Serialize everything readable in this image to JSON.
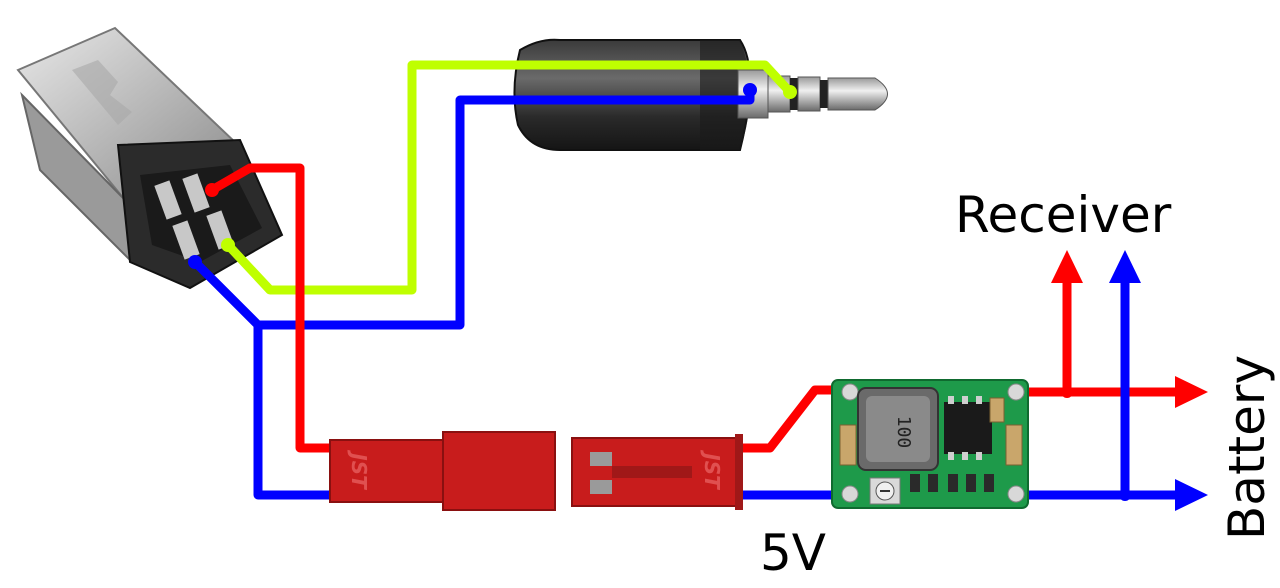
{
  "labels": {
    "receiver": "Receiver",
    "battery": "Battery",
    "voltage": "5V",
    "jst_left": "JST",
    "jst_right": "JST",
    "inductor_marking": "100"
  },
  "colors": {
    "wire_red": "#ff0000",
    "wire_blue": "#0000ff",
    "wire_green": "#bfff00",
    "jst_body": "#c81c1c",
    "pcb": "#1e9a4a"
  }
}
